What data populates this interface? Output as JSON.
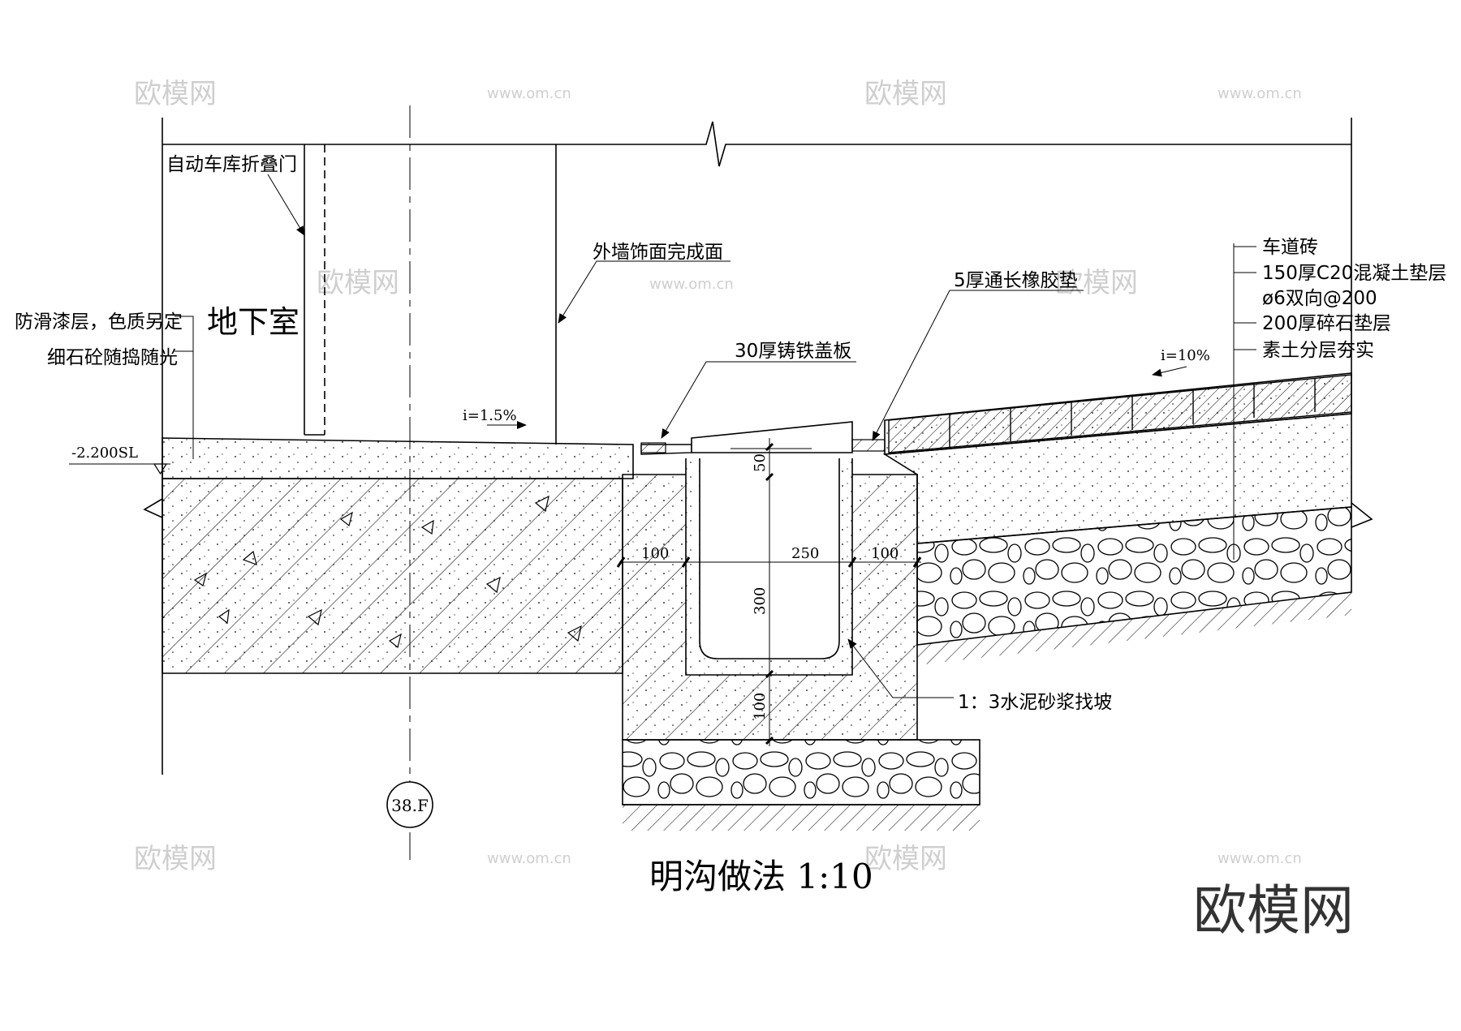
{
  "title": "明沟做法 1:10",
  "labels": {
    "door": "自动车库折叠门",
    "wall_finish": "外墙饰面完成面",
    "basement": "地下室",
    "antislip_1": "防滑漆层，色质另定",
    "antislip_2": "细石砼随捣随光",
    "level": "-2.200SL",
    "slope_left": "i=1.5%",
    "slope_right": "i=10%",
    "cover": "30厚铸铁盖板",
    "rubber": "5厚通长橡胶垫",
    "mortar": "1：3水泥砂浆找坡",
    "axis": "38.F"
  },
  "layers": [
    "车道砖",
    "150厚C20混凝土垫层",
    "ø6双向@200",
    "200厚碎石垫层",
    "素土分层夯实"
  ],
  "dimensions": {
    "d50": "50",
    "d100a": "100",
    "d250": "250",
    "d100b": "100",
    "d300": "300",
    "d100c": "100"
  },
  "watermark": {
    "brand": "欧模网",
    "url": "www.om.cn"
  }
}
